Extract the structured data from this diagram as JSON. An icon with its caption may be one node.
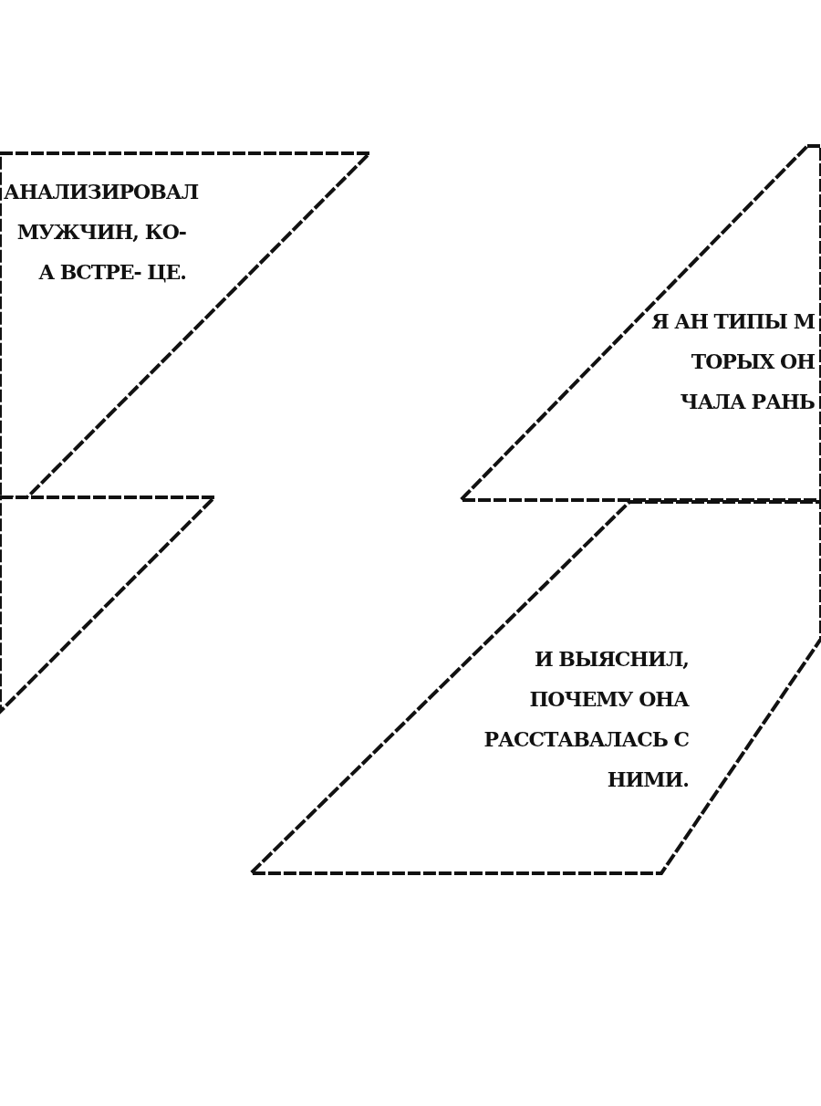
{
  "diagram": {
    "nodes": [
      {
        "text": [
          "АНАЛИЗИРОВАЛ МУЖЧИН, КО- А ВСТРЕ- ЦЕ."
        ]
      },
      {
        "text": [
          "Я АН ТИПЫ М ТОРЫХ ОН ЧАЛА РАНЬ"
        ]
      },
      {
        "text": [],
        "shape": "box"
      },
      {
        "text": [
          "И ВЫЯСНИЛ, ПОЧЕМУ ОНА РАССТАВАЛАСЬ С НИМИ."
        ]
      }
    ]
  }
}
